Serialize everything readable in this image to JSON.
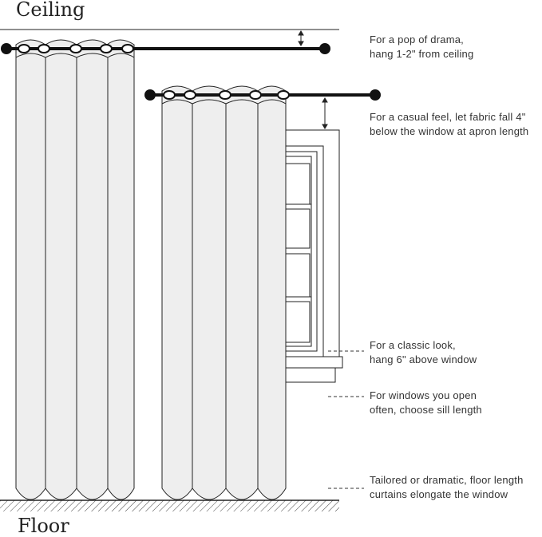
{
  "labels": {
    "ceiling": "Ceiling",
    "floor": "Floor"
  },
  "notes": [
    {
      "line1": "For a pop of drama,",
      "line2": "hang 1-2\" from ceiling"
    },
    {
      "line1": "For a casual feel, let fabric fall 4\"",
      "line2": "below the window at apron length"
    },
    {
      "line1": "For a classic look,",
      "line2": "hang 6\" above window"
    },
    {
      "line1": "For windows you open",
      "line2": "often, choose sill length"
    },
    {
      "line1": "Tailored or dramatic, floor length",
      "line2": "curtains elongate the window"
    }
  ],
  "colors": {
    "line": "#222222",
    "rod": "#111111",
    "fabric": "#eeeeee"
  }
}
